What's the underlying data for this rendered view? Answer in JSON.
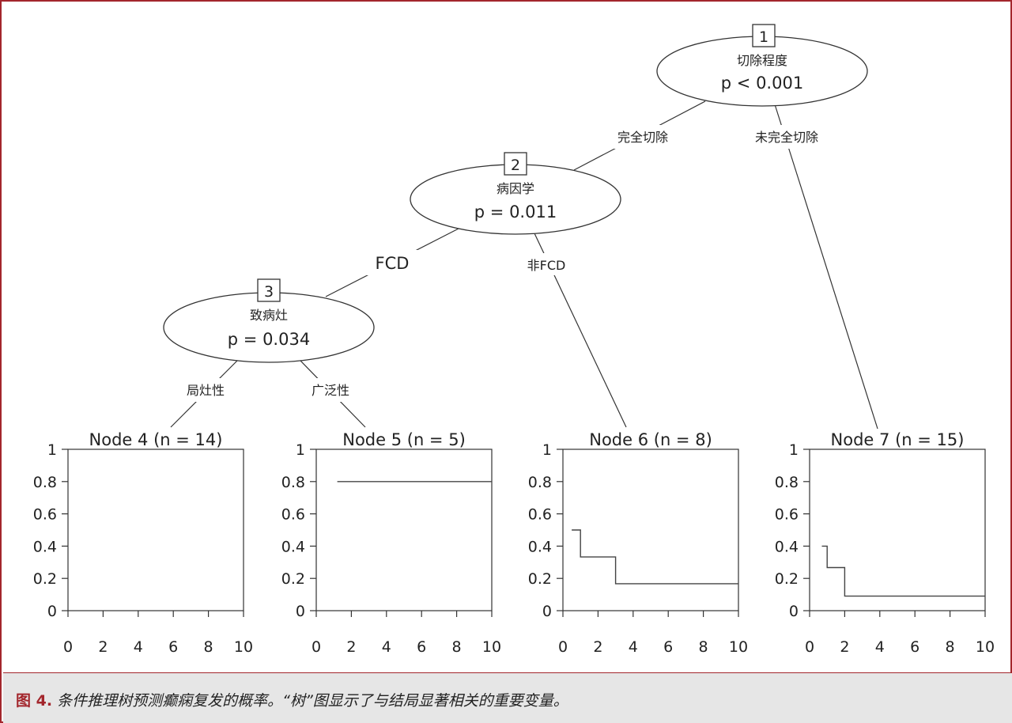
{
  "tree": {
    "nodes": [
      {
        "id": "1",
        "variable": "切除程度",
        "pvalue": "p < 0.001"
      },
      {
        "id": "2",
        "variable": "病因学",
        "pvalue": "p = 0.011"
      },
      {
        "id": "3",
        "variable": "致病灶",
        "pvalue": "p = 0.034"
      }
    ],
    "edge_labels": {
      "complete": "完全切除",
      "incomplete": "未完全切除",
      "fcd": "FCD",
      "non_fcd": "非FCD",
      "focal": "局灶性",
      "diffuse": "广泛性"
    }
  },
  "chart_data": [
    {
      "type": "line",
      "title": "Node 4 (n = 14)",
      "xlim": [
        0,
        10
      ],
      "ylim": [
        0,
        1
      ],
      "xticks": [
        "0",
        "2",
        "4",
        "6",
        "8",
        "10"
      ],
      "yticks": [
        "0",
        "0.2",
        "0.4",
        "0.6",
        "0.8",
        "1"
      ],
      "series": [
        {
          "x": [],
          "y": []
        }
      ]
    },
    {
      "type": "line",
      "title": "Node 5 (n = 5)",
      "xlim": [
        0,
        10
      ],
      "ylim": [
        0,
        1
      ],
      "xticks": [
        "0",
        "2",
        "4",
        "6",
        "8",
        "10"
      ],
      "yticks": [
        "0",
        "0.2",
        "0.4",
        "0.6",
        "0.8",
        "1"
      ],
      "series": [
        {
          "x": [
            1.2,
            10
          ],
          "y": [
            0.8,
            0.8
          ]
        }
      ]
    },
    {
      "type": "line",
      "title": "Node 6 (n = 8)",
      "xlim": [
        0,
        10
      ],
      "ylim": [
        0,
        1
      ],
      "xticks": [
        "0",
        "2",
        "4",
        "6",
        "8",
        "10"
      ],
      "yticks": [
        "0",
        "0.2",
        "0.4",
        "0.6",
        "0.8",
        "1"
      ],
      "series": [
        {
          "x": [
            0.5,
            1.0,
            1.0,
            3.0,
            3.0,
            10
          ],
          "y": [
            0.5,
            0.5,
            0.333,
            0.333,
            0.167,
            0.167
          ]
        }
      ]
    },
    {
      "type": "line",
      "title": "Node 7 (n = 15)",
      "xlim": [
        0,
        10
      ],
      "ylim": [
        0,
        1
      ],
      "xticks": [
        "0",
        "2",
        "4",
        "6",
        "8",
        "10"
      ],
      "yticks": [
        "0",
        "0.2",
        "0.4",
        "0.6",
        "0.8",
        "1"
      ],
      "series": [
        {
          "x": [
            0.7,
            1.0,
            1.0,
            2.0,
            2.0,
            10
          ],
          "y": [
            0.4,
            0.4,
            0.267,
            0.267,
            0.09,
            0.09
          ]
        }
      ]
    }
  ],
  "caption": {
    "label": "图 4.",
    "text": "条件推理树预测癫痫复发的概率。“树”图显示了与结局显著相关的重要变量。"
  },
  "colors": {
    "accent": "#a3262c",
    "caption_bg": "#e6e6e6"
  }
}
